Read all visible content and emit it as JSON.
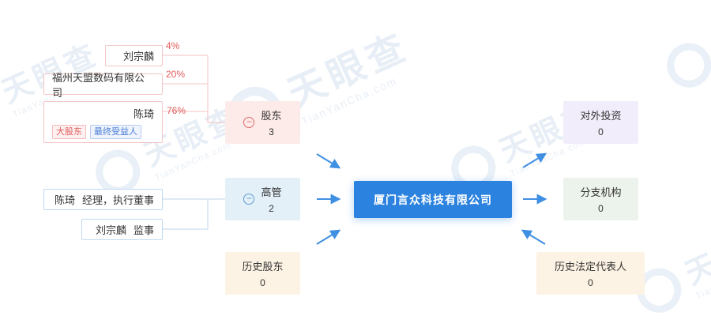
{
  "company": {
    "name": "厦门言众科技有限公司"
  },
  "left_panel": {
    "shareholder_links": [
      {
        "name": "刘宗麟",
        "percent": "4%"
      },
      {
        "name": "福州天盟数码有限公司",
        "percent": "20%"
      },
      {
        "name": "陈琦",
        "percent": "76%",
        "tags": [
          "大股东",
          "最终受益人"
        ]
      }
    ],
    "executive_links": [
      {
        "name": "陈琦",
        "roles": "经理，执行董事"
      },
      {
        "name": "刘宗麟",
        "roles": "监事"
      }
    ]
  },
  "nodes": {
    "shareholders": {
      "label": "股东",
      "count": "3"
    },
    "executives": {
      "label": "高管",
      "count": "2"
    },
    "history_shareholders": {
      "label": "历史股东",
      "count": "0"
    },
    "outbound_investment": {
      "label": "对外投资",
      "count": "0"
    },
    "branches": {
      "label": "分支机构",
      "count": "0"
    },
    "history_legal_rep": {
      "label": "历史法定代表人",
      "count": "0"
    }
  },
  "icons": {
    "collapse_glyph": "−"
  },
  "watermark": {
    "cn": "天眼查",
    "en": "TianYanCha.com"
  },
  "colors": {
    "company_blue": "#2b82df",
    "arrow_blue": "#3f8fe3",
    "shareholder_line_pink": "#f3c3c3",
    "executive_line_blue": "#bfd6ec",
    "percent_red": "#e25b5b",
    "node_shareholders_bg": "#fcebe9",
    "node_executives_bg": "#e4f0f8",
    "node_history_bg": "#fdf3e4",
    "node_outbound_bg": "#f2edfa",
    "node_branches_bg": "#ecf3ec"
  }
}
